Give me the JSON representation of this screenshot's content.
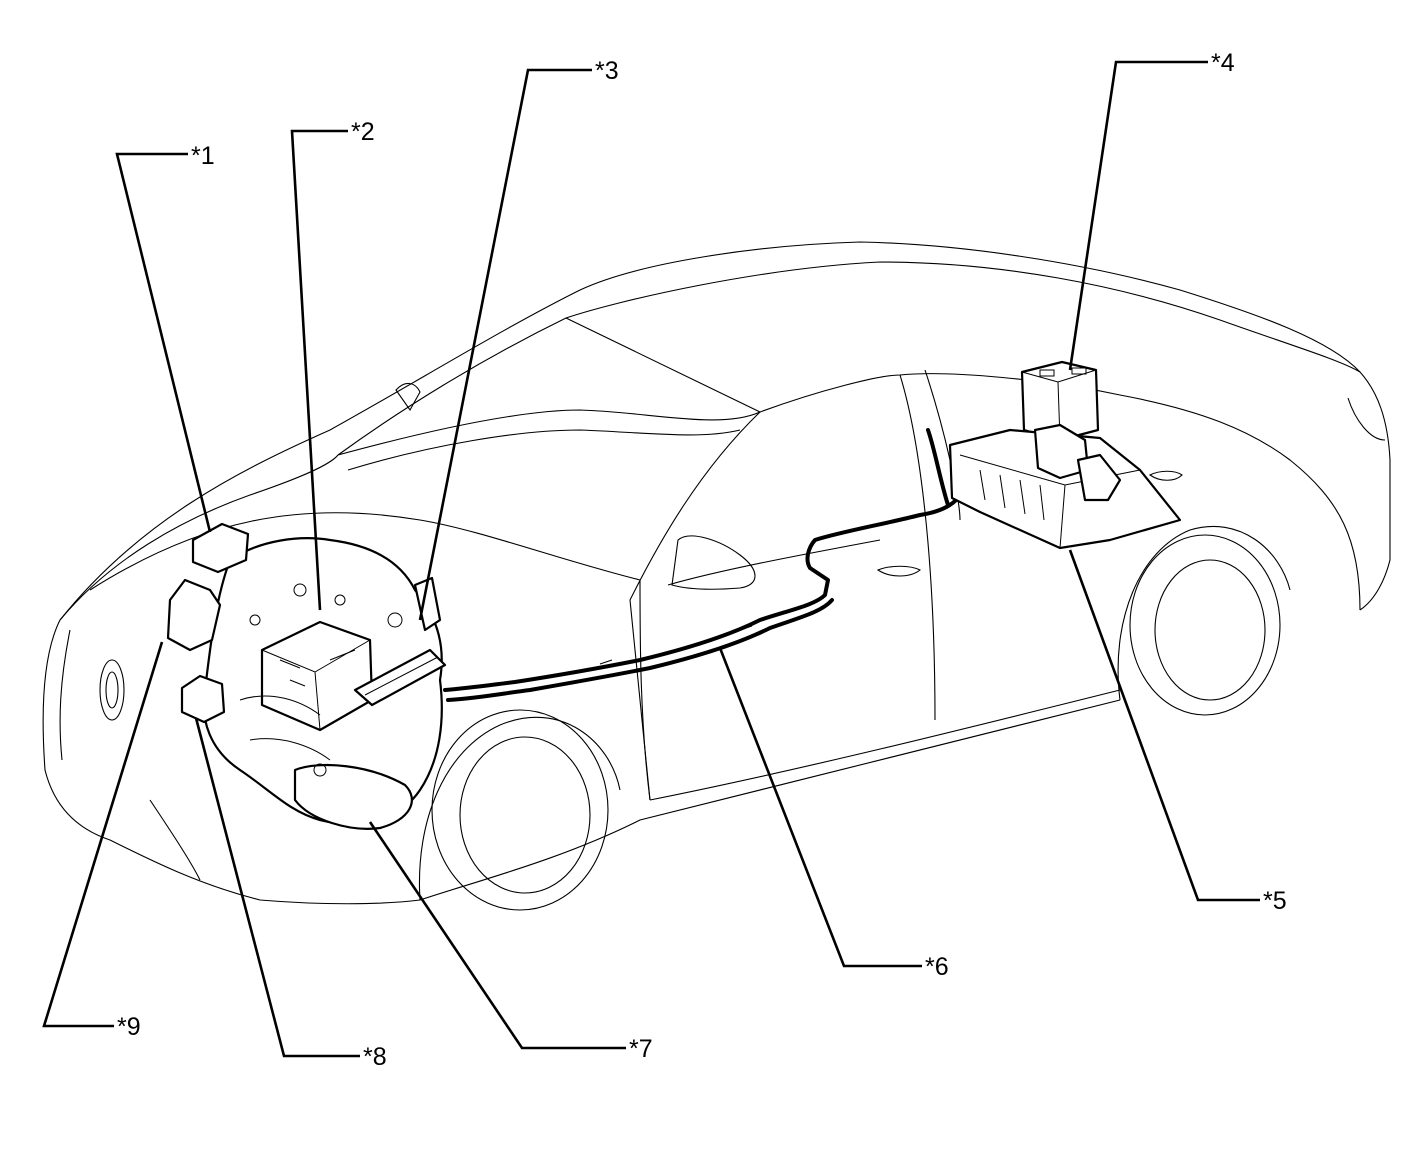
{
  "callouts": [
    {
      "id": "1",
      "label": "*1"
    },
    {
      "id": "2",
      "label": "*2"
    },
    {
      "id": "3",
      "label": "*3"
    },
    {
      "id": "4",
      "label": "*4"
    },
    {
      "id": "5",
      "label": "*5"
    },
    {
      "id": "6",
      "label": "*6"
    },
    {
      "id": "7",
      "label": "*7"
    },
    {
      "id": "8",
      "label": "*8"
    },
    {
      "id": "9",
      "label": "*9"
    }
  ]
}
